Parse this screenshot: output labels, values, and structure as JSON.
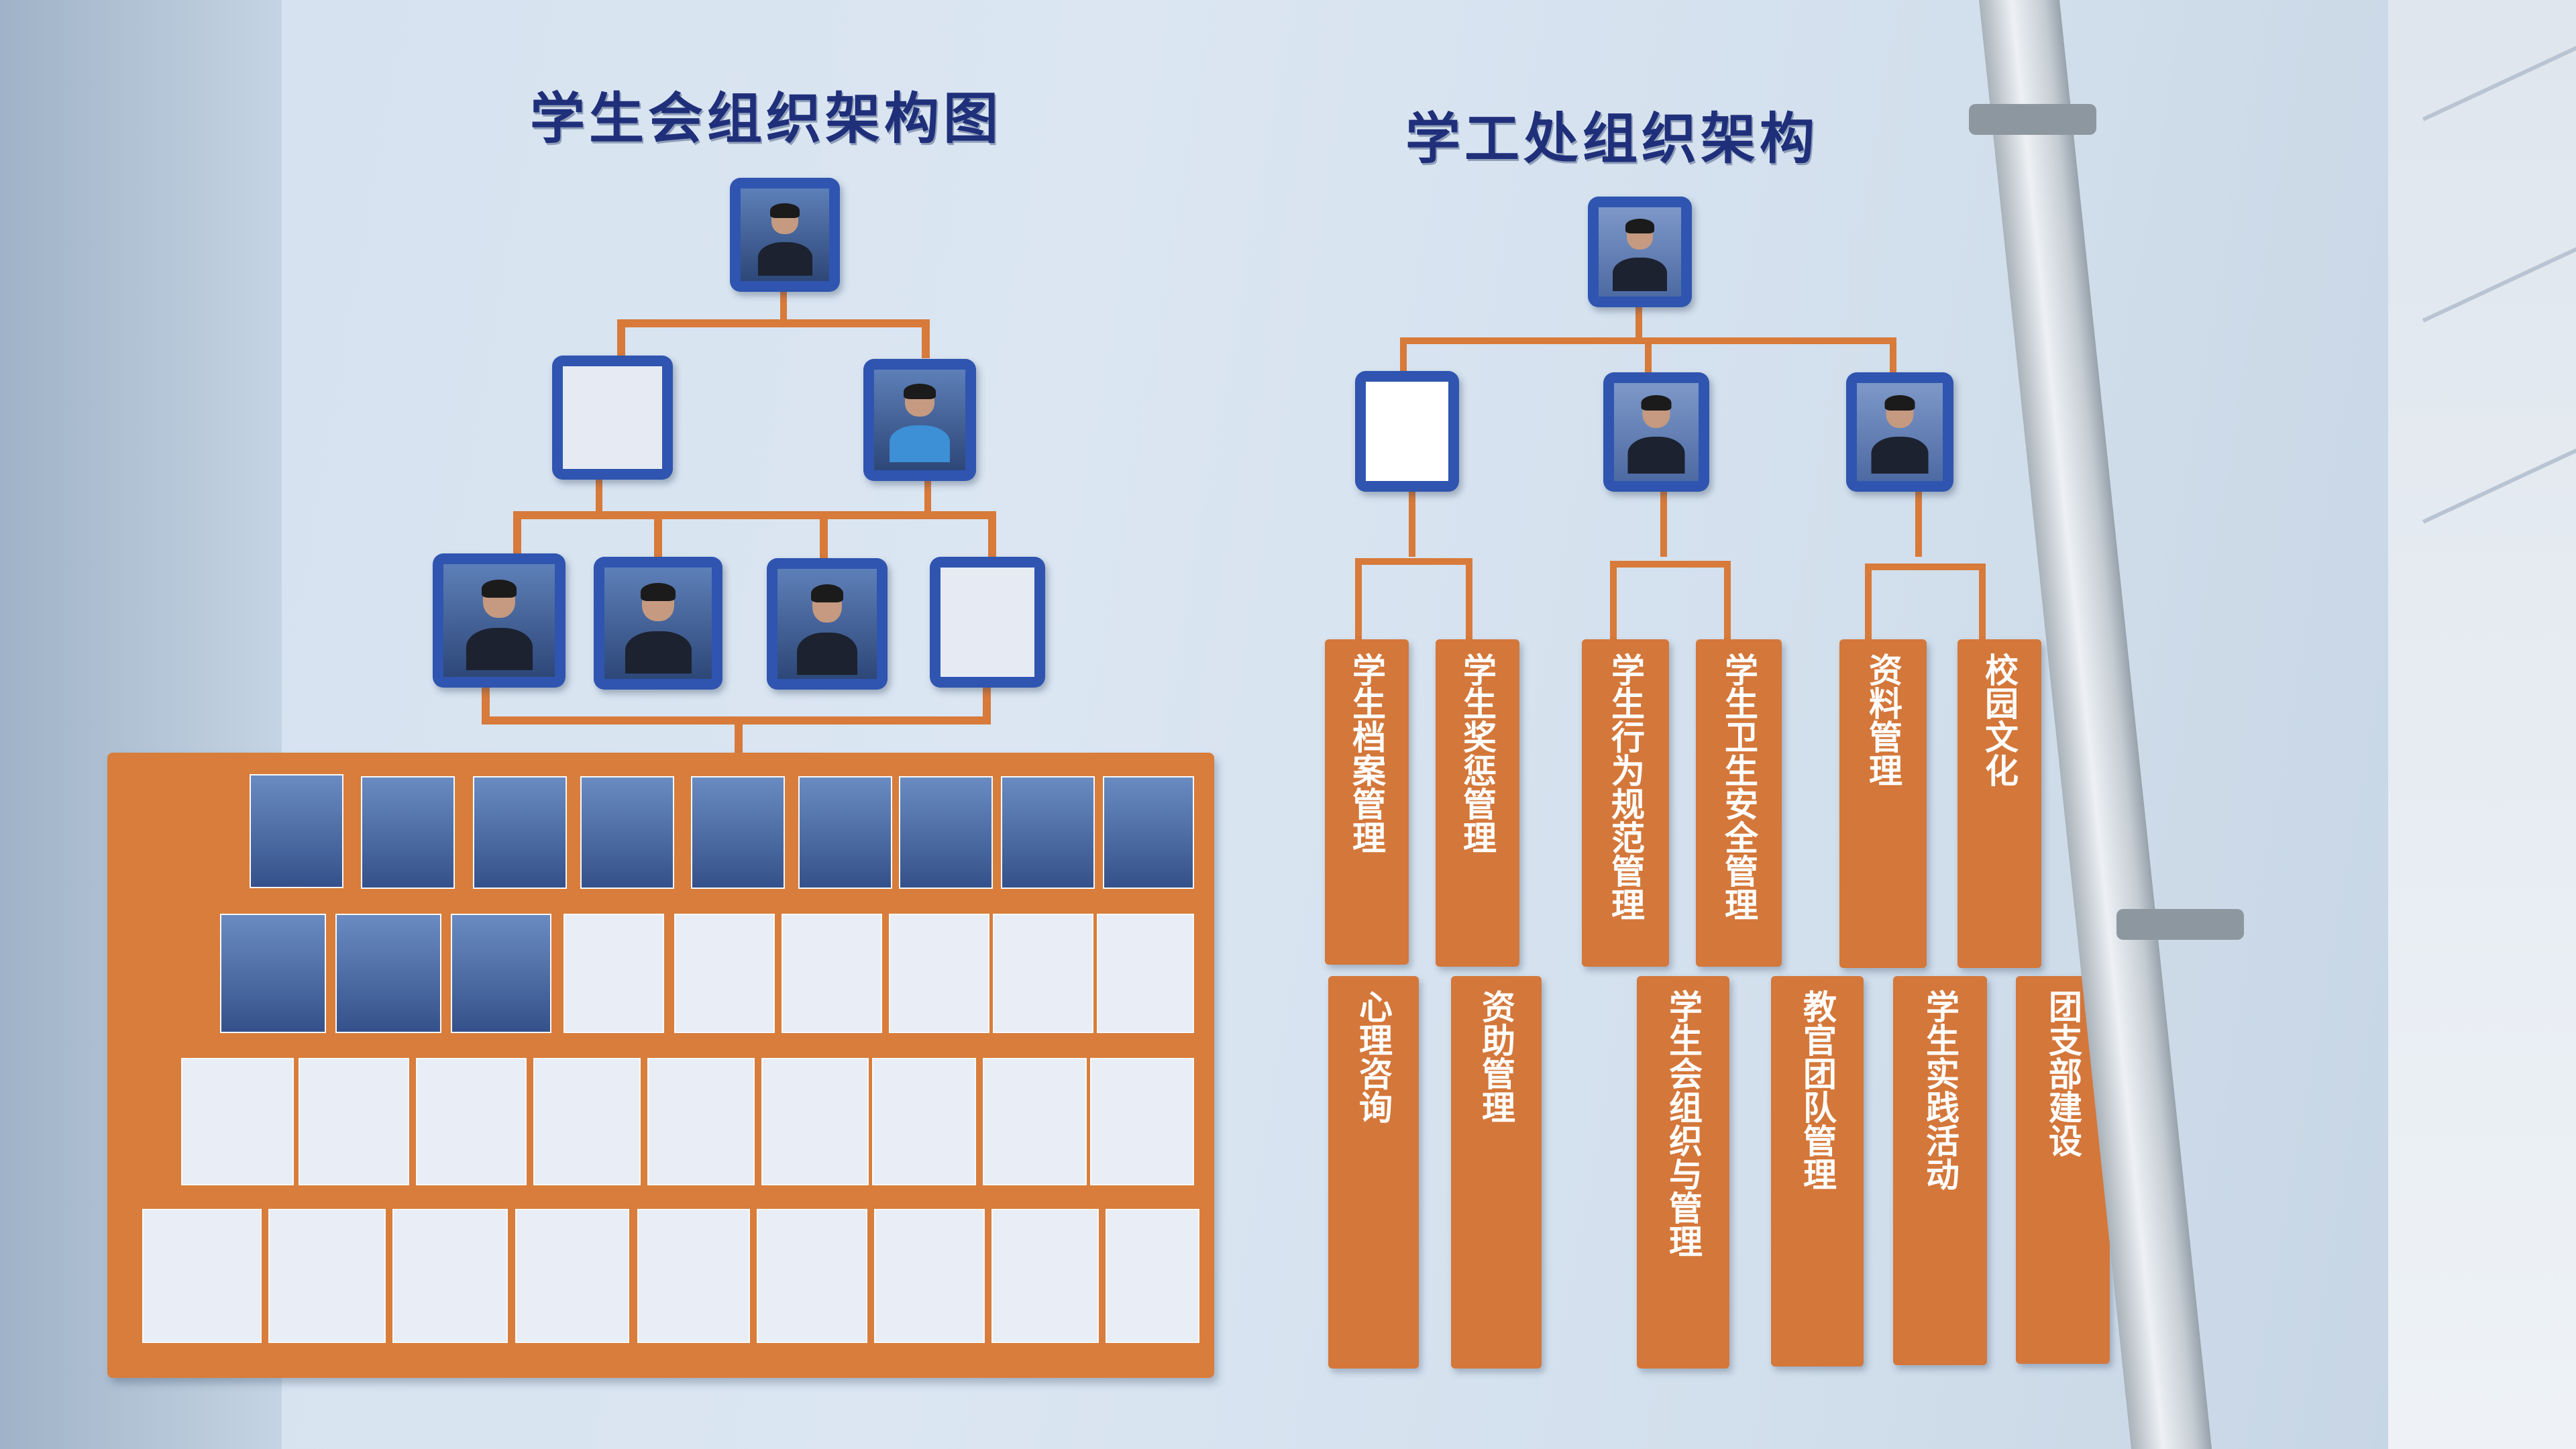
{
  "left_chart": {
    "title": "学生会组织架构图"
  },
  "right_chart": {
    "title": "学工处组织架构",
    "departments": [
      {
        "upper": "学生档案管理",
        "lower": "心理咨询"
      },
      {
        "upper": "学生奖惩管理",
        "lower": "资助管理"
      },
      {
        "upper": "学生行为规范管理",
        "lower": "学生会组织与管理"
      },
      {
        "upper": "学生卫生安全管理",
        "lower": "教官团队管理"
      },
      {
        "upper": "资料管理",
        "lower": "学生实践活动"
      },
      {
        "upper": "校园文化",
        "lower": "团支部建设"
      }
    ]
  },
  "colors": {
    "frame_blue": "#2f55b0",
    "board_orange": "#d87d3b",
    "title_navy": "#1f2f7a",
    "wall": "#d6e2ef"
  }
}
